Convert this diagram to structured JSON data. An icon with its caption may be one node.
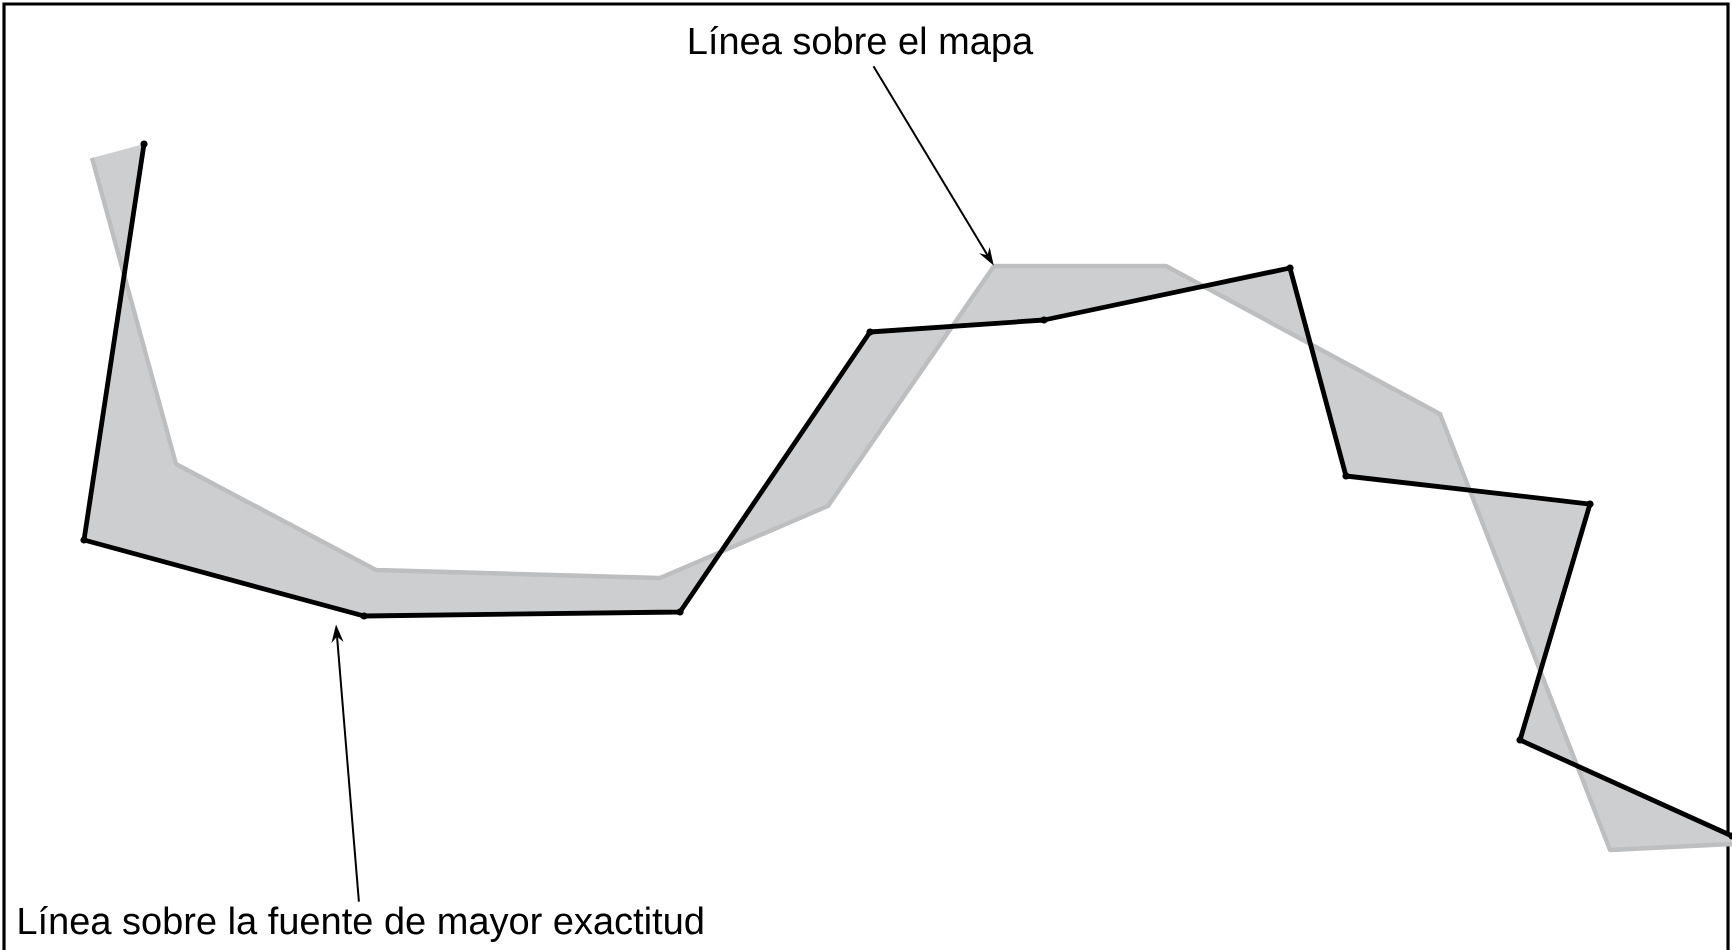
{
  "diagram": {
    "nodes": [
      {
        "text": [
          "Línea sobre el mapa"
        ]
      },
      {
        "text": [],
        "shape": "line"
      },
      {
        "text": [
          "Línea sobre la fuente de mayor exactitud"
        ]
      },
      {
        "text": [],
        "shape": "line"
      }
    ],
    "edges": [
      {
        "from": 0,
        "to": 1,
        "arrow": "to"
      },
      {
        "from": 2,
        "to": 3,
        "arrow": "to"
      }
    ]
  }
}
